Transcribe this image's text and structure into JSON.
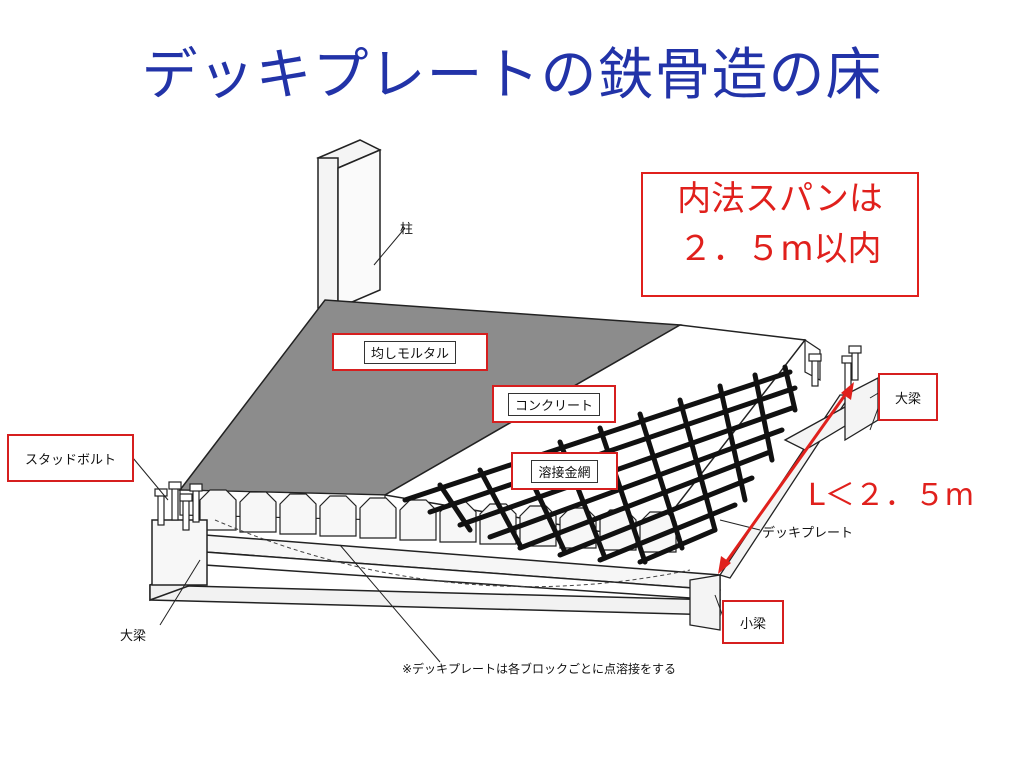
{
  "title": "デッキプレートの鉄骨造の床",
  "labels": {
    "column": "柱",
    "leveling_mortar": "均しモルタル",
    "concrete": "コンクリート",
    "stud_bolt": "スタッドボルト",
    "welded_wire_mesh": "溶接金網",
    "deck_plate": "デッキプレート",
    "main_beam_left": "大梁",
    "main_beam_right": "大梁",
    "small_beam": "小梁"
  },
  "callout": {
    "line1": "内法スパンは",
    "line2": "２．５m以内"
  },
  "span_label": "L＜２．５m",
  "note": "※デッキプレートは各ブロックごとに点溶接をする",
  "colors": {
    "title": "#2233a8",
    "highlight": "#e0201c",
    "mortar": "#8c8c8c",
    "mesh": "#111111"
  }
}
